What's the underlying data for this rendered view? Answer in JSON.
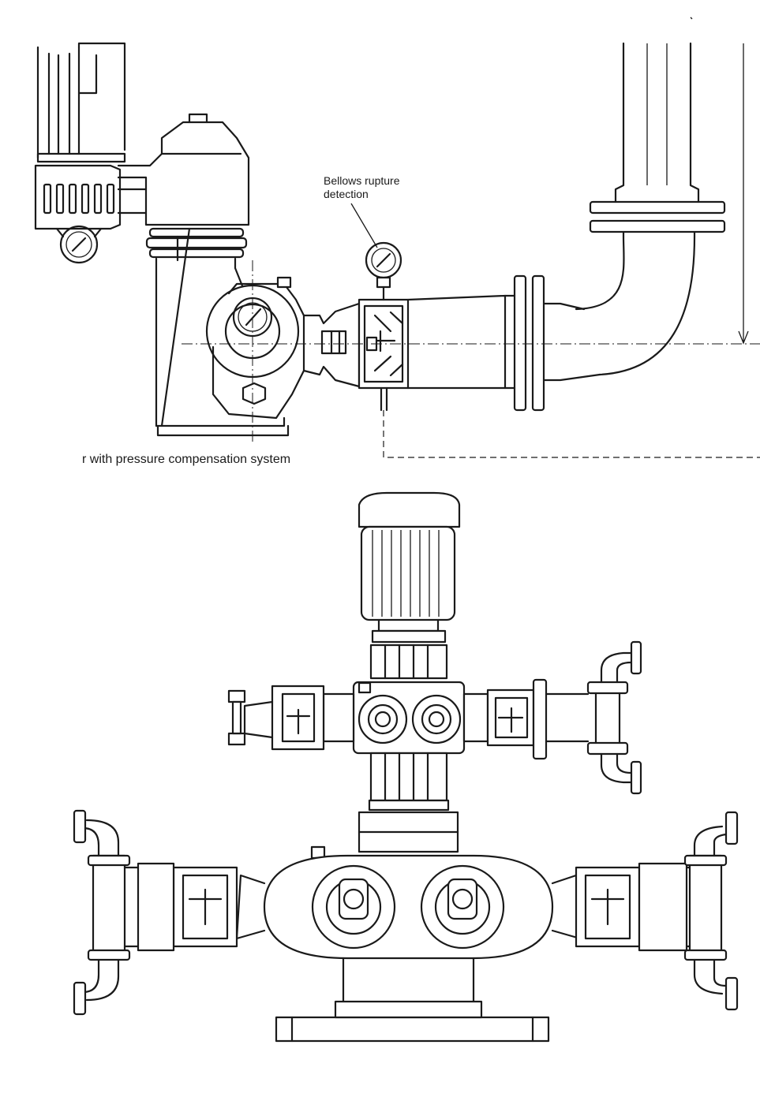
{
  "labels": {
    "bellows_line1": "Bellows rupture",
    "bellows_line2": "detection",
    "caption": "r with pressure compensation system"
  },
  "colors": {
    "ink": "#1a1a1a",
    "paper": "#ffffff"
  }
}
